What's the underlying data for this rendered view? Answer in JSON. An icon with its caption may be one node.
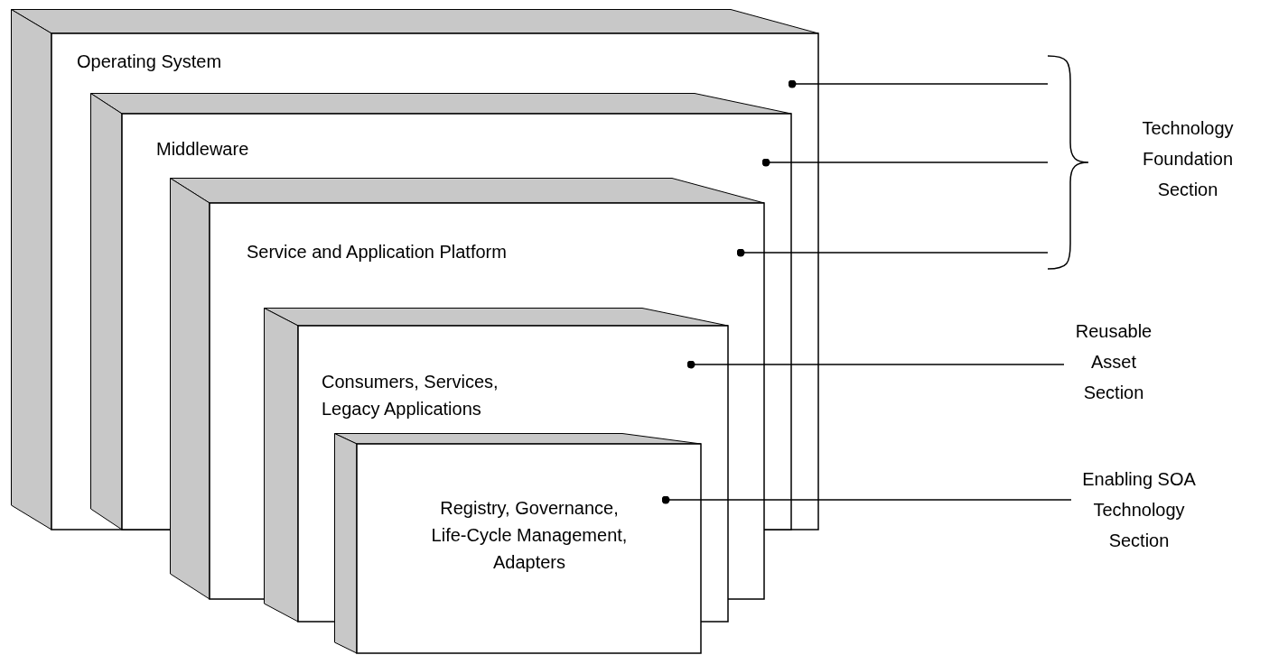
{
  "diagram": {
    "nodes": [
      {
        "text": [
          "Operating System"
        ]
      },
      {
        "text": [
          "Middleware"
        ],
        "in": 0
      },
      {
        "text": [
          "Service and Application Platform"
        ]
      },
      {
        "text": [
          "Consumers, Services, Legacy Applications"
        ]
      },
      {
        "text": [
          "Registry, Governance, Life-Cycle Management, Adapters"
        ]
      },
      {
        "text": [
          "Technology Foundation Section"
        ]
      },
      {
        "text": [
          "Reusable Asset Section"
        ]
      },
      {
        "text": [
          "Enabling SOA Technology Section"
        ]
      }
    ],
    "edges": [
      {
        "from": 5,
        "to": 0,
        "arrow": "other"
      },
      {
        "from": 5,
        "to": 1,
        "arrow": "other"
      },
      {
        "from": 5,
        "to": 2,
        "arrow": "other"
      },
      {
        "from": 6,
        "to": 3,
        "arrow": "other"
      },
      {
        "from": 7,
        "to": 4,
        "arrow": "other"
      }
    ]
  }
}
